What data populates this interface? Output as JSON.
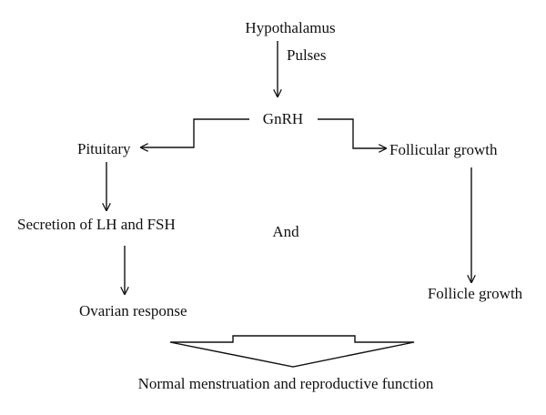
{
  "nodes": {
    "hypothalamus": "Hypothalamus",
    "pulses": "Pulses",
    "gnrh": "GnRH",
    "pituitary": "Pituitary",
    "follicular_growth": "Follicular growth",
    "secretion": "Secretion of LH and FSH",
    "and": "And",
    "follicle_growth": "Follicle growth",
    "ovarian_response": "Ovarian response",
    "outcome": "Normal menstruation and reproductive function"
  },
  "colors": {
    "line": "#111111",
    "text": "#111111",
    "background": "#ffffff"
  }
}
